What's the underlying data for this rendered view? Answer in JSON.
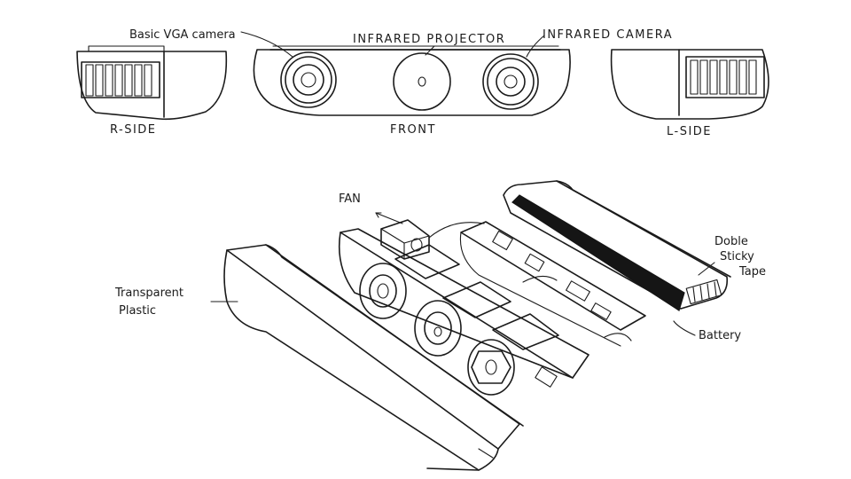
{
  "top_view": {
    "label_vga": "Basic VGA camera",
    "label_projector": "INFRARED PROJECTOR",
    "label_ir_camera": "INFRARED CAMERA",
    "label_r_side": "R-SIDE",
    "label_front": "FRONT",
    "label_l_side": "L-SIDE"
  },
  "exploded_view": {
    "label_fan": "FAN",
    "label_plastic_line1": "Transparent",
    "label_plastic_line2": "Plastic",
    "label_tape_line1": "Doble",
    "label_tape_line2": "Sticky",
    "label_tape_line3": "Tape",
    "label_battery": "Battery"
  }
}
